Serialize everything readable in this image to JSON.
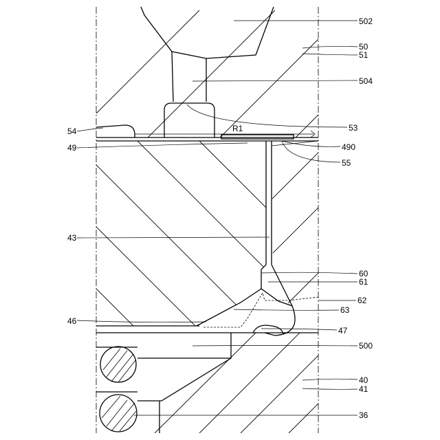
{
  "labels": {
    "l502": "502",
    "l50": "50",
    "l51": "51",
    "l504": "504",
    "l53": "53",
    "l54": "54",
    "lR1": "R1",
    "l49": "49",
    "l490": "490",
    "l55": "55",
    "l43": "43",
    "l60": "60",
    "l61": "61",
    "l62": "62",
    "l63": "63",
    "l46": "46",
    "l47": "47",
    "l500": "500",
    "l40": "40",
    "l41": "41",
    "l36": "36"
  }
}
